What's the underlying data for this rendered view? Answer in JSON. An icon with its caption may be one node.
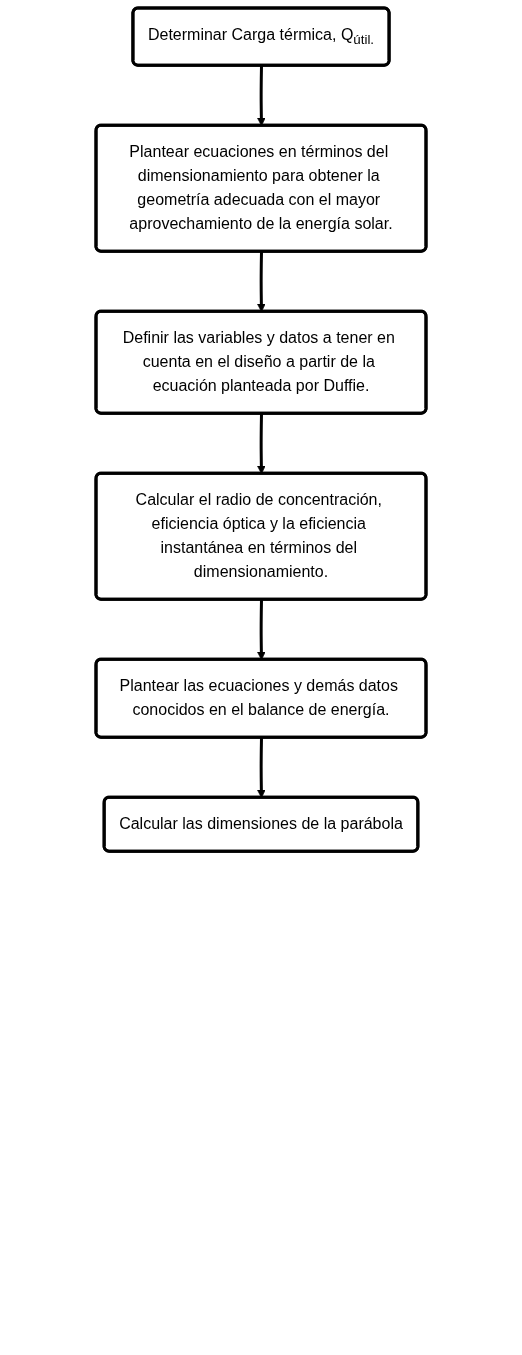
{
  "diagram": {
    "nodes": [
      {
        "text": [
          "Determinar Carga térmica, Q$_{útil.}$"
        ]
      },
      {
        "text": [
          "Plantear ecuaciones en términos del dimensionamiento para obtener la geometría adecuada con el mayor aprovechamiento de la energía solar."
        ]
      },
      {
        "text": [
          "Definir las variables y datos a tener en cuenta en el diseño a partir de la ecuación planteada por Duffie."
        ]
      },
      {
        "text": [
          "Calcular el radio de concentración, eficiencia óptica y la eficiencia instantánea en términos del dimensionamiento."
        ]
      },
      {
        "text": [
          "Plantear las ecuaciones y demás datos conocidos en el balance de energía."
        ]
      },
      {
        "text": [
          "Calcular las dimensiones de la parábola"
        ]
      }
    ],
    "edges": [
      {
        "from": 0,
        "to": 1,
        "arrow": "to"
      },
      {
        "from": 1,
        "to": 2,
        "arrow": "to"
      },
      {
        "from": 2,
        "to": 3,
        "arrow": "to"
      },
      {
        "from": 3,
        "to": 4,
        "arrow": "to"
      },
      {
        "from": 4,
        "to": 5,
        "arrow": "to"
      }
    ]
  }
}
